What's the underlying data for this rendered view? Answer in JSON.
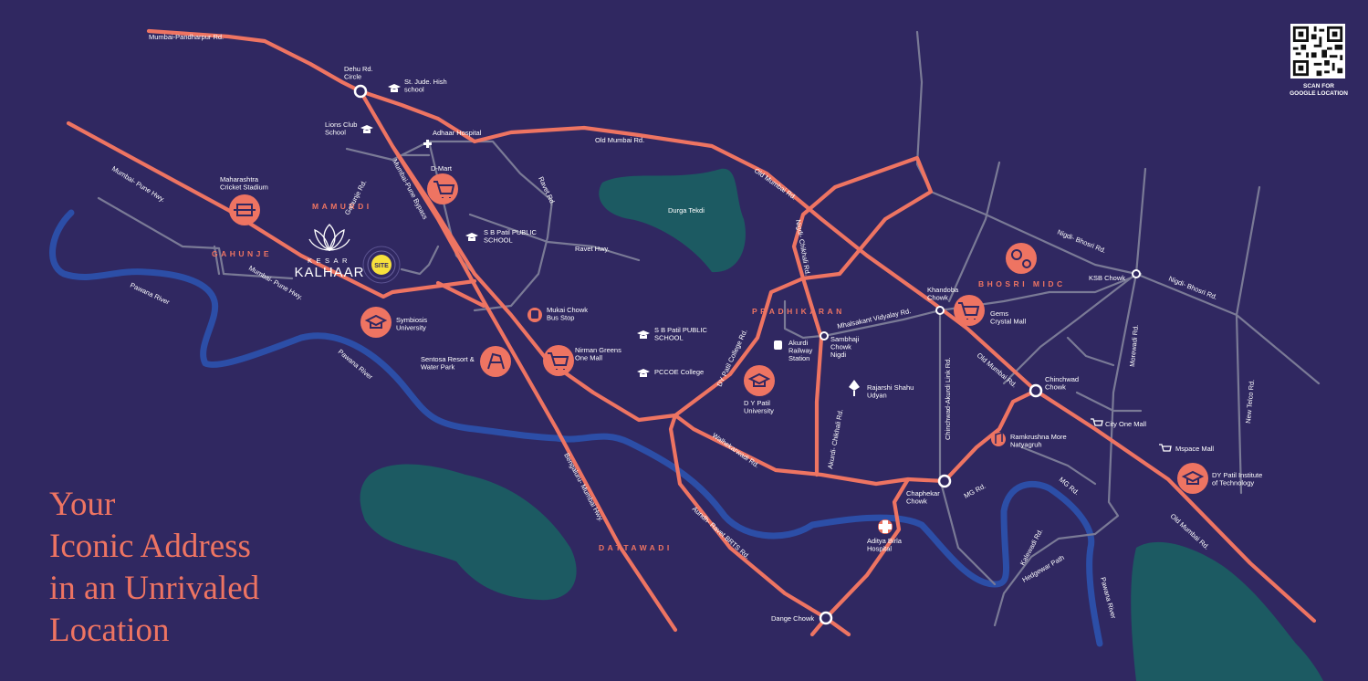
{
  "tagline": [
    "Your",
    "Iconic Address",
    "in an Unrivaled",
    "Location"
  ],
  "brand": {
    "top": "KESAR",
    "bottom": "KALHAAR",
    "site_badge": "SITE"
  },
  "qr": {
    "caption_line1": "SCAN FOR",
    "caption_line2": "GOOGLE LOCATION"
  },
  "areas": {
    "mamurdi": "MAMURDI",
    "gahunje": "GAHUNJE",
    "pradhikaran": "PRADHIKARAN",
    "bhosri": "BHOSRI MIDC",
    "dattawadi": "DATTAWADI"
  },
  "roads": {
    "mumbai_pandharpur": "Mumbai-Pandharpur Rd.",
    "mumbai_pune_hwy_1": "Mumbai- Pune Hwy.",
    "mumbai_pune_hwy_2": "Mumbai- Pune Hwy.",
    "gahunje_rd": "Gahunje Rd.",
    "mumbai_pune_bypass": "Mumbai-Pune Bypass",
    "ravet_rd": "Ravet Rd.",
    "ravet_hwy": "Ravet Hwy.",
    "old_mumbai_1": "Old Mumbai Rd.",
    "old_mumbai_2": "Old Mumbai Rd.",
    "old_mumbai_3": "Old Mumbai Rd.",
    "old_mumbai_4": "Old Mumbai Rd.",
    "nigdi_chikhali": "Nigdi- Chikhali Rd.",
    "dy_patil_college": "DY Patil College Rd.",
    "mhalsakant": "Mhalsakant Vidyalay Rd.",
    "akurdi_chikhali": "Akurdi- Chikhali Rd.",
    "chinchwad_akurdi": "Chinchwad-Akurdi Link Rd.",
    "nigdi_bhosri_1": "Nigdi- Bhosri Rd.",
    "nigdi_bhosri_2": "Nigdi- Bhosri Rd.",
    "morewadi": "Morewadi Rd.",
    "new_telco": "New Telco Rd.",
    "walhekarwadi": "Walhekarwadi Rd.",
    "bengaluru_mumbai": "Bengaluru- Mumbai Hwy.",
    "aundh_ravet": "Aundh- Ravet BRTS Rd.",
    "mg_1": "MG Rd.",
    "mg_2": "MG Rd.",
    "kalewadi": "Kalewadi Rd.",
    "hedgewar": "Hedgewar Path",
    "pawana_river_1": "Pawana River",
    "pawana_river_2": "Pawana River",
    "pawana_river_3": "Pawana River"
  },
  "junctions": {
    "dehu_rd_circle": "Dehu Rd.\nCircle",
    "khandoba_chowk": "Khandoba\nChowk",
    "ksb_chowk": "KSB Chowk",
    "sambhaji_chowk": "Sambhaji\nChowk\nNigdi",
    "chinchwad_chowk": "Chinchwad\nChowk",
    "chaphekar_chowk": "Chaphekar\nChowk",
    "dange_chowk": "Dange Chowk"
  },
  "places": {
    "st_jude": "St. Jude. Hish\nschool",
    "lions_club": "Lions Club\nSchool",
    "adhaar": "Adhaar Hospital",
    "maharashtra_stadium": "Maharashtra\nCricket Stadium",
    "dmart": "D-Mart",
    "sb_patil_1": "S B Patil PUBLIC\nSCHOOL",
    "durga_tekdi": "Durga Tekdi",
    "symbiosis": "Symbiosis\nUniversity",
    "mukai_chowk": "Mukai Chowk\nBus Stop",
    "nirman_greens": "Nirman Greens\nOne Mall",
    "sentosa": "Sentosa Resort &\nWater Park",
    "sb_patil_2": "S B Patil PUBLIC\nSCHOOL",
    "pccoe": "PCCOE College",
    "dy_patil_univ": "D Y Patil\nUniversity",
    "akurdi_station": "Akurdi\nRailway\nStation",
    "rajarshi": "Rajarshi Shahu\nUdyan",
    "gems_mall": "Gems\nCrystal Mall",
    "ramkrushna": "Ramkrushna More\nNatyagruh",
    "city_one": "City One Mall",
    "mspace": "Mspace Mall",
    "dy_patil_inst": "DY Patil Institute\nof Technology",
    "aditya_birla": "Aditya Birla\nHospital"
  },
  "colors": {
    "background": "#302861",
    "accent": "#ee7462",
    "river": "#2c4ea7",
    "hill": "#1c5a62",
    "minor_road": "#7a7a96"
  }
}
